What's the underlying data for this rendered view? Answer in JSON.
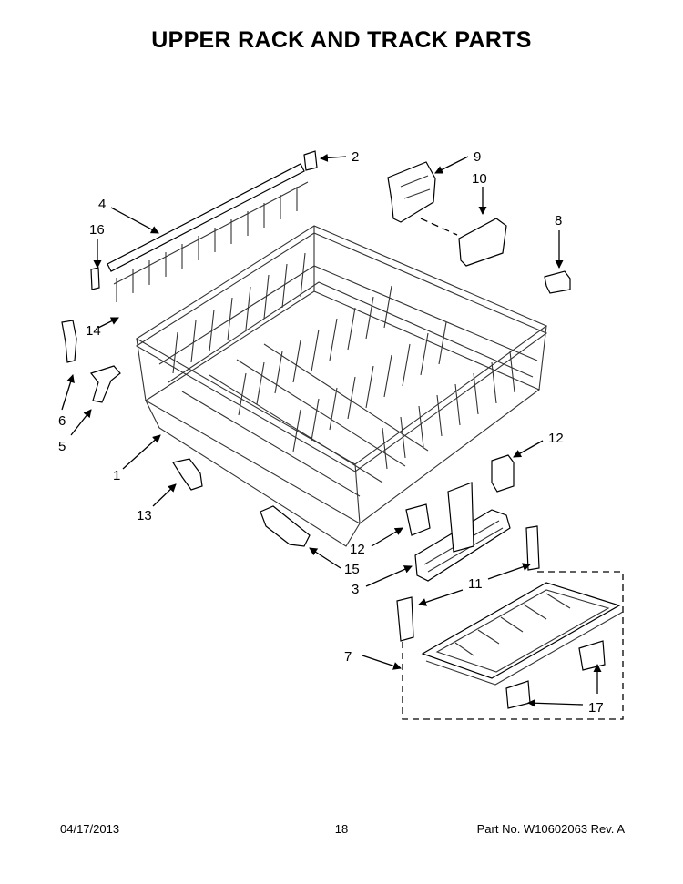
{
  "header": {
    "title": "UPPER RACK AND TRACK PARTS"
  },
  "callouts": [
    "1",
    "2",
    "3",
    "4",
    "5",
    "6",
    "7",
    "8",
    "9",
    "10",
    "11",
    "12",
    "12",
    "13",
    "14",
    "15",
    "16",
    "17"
  ],
  "footer": {
    "date": "04/17/2013",
    "page": "18",
    "part_number": "Part No. W10602063  Rev. A"
  }
}
